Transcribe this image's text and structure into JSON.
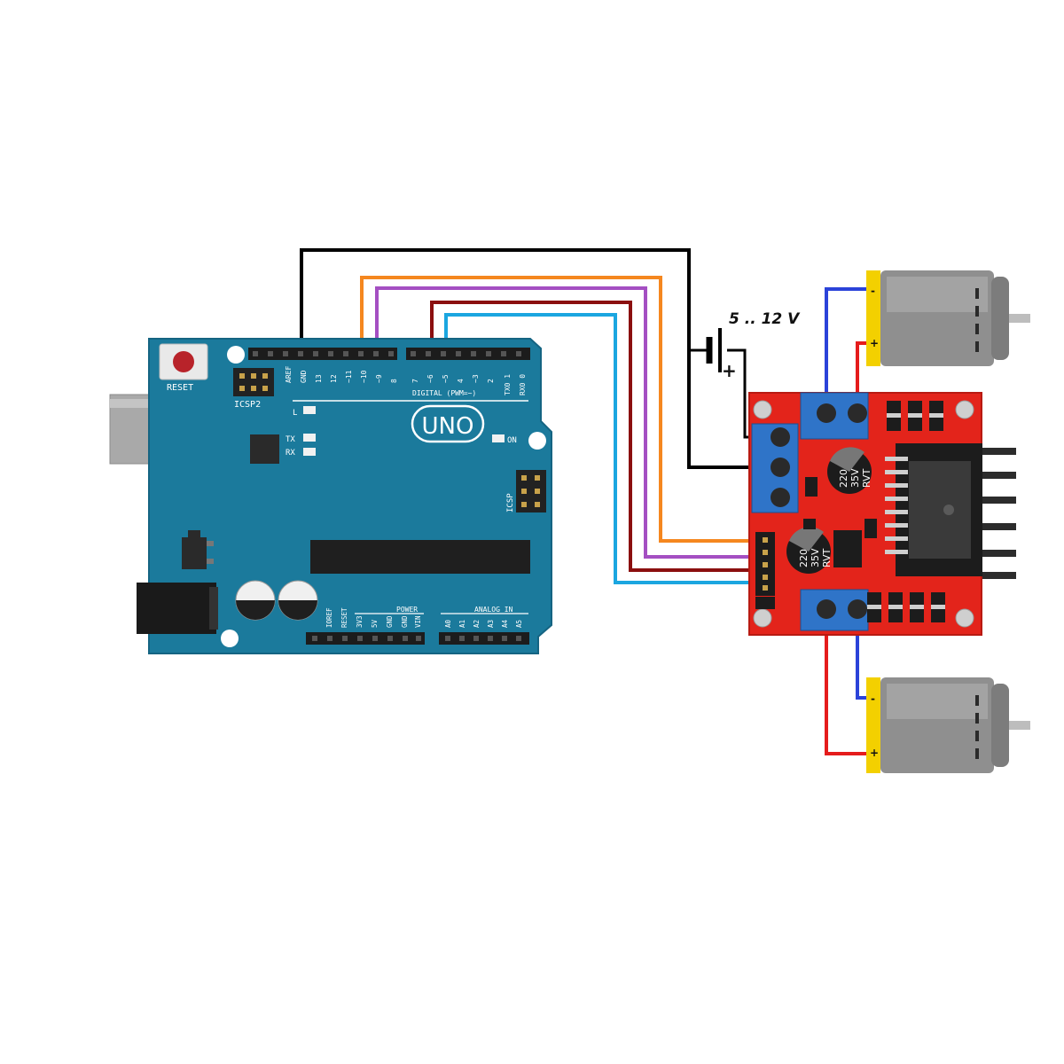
{
  "battery": {
    "voltage_label": "5 .. 12 V",
    "plus_sign": "+"
  },
  "arduino": {
    "logo": "UNO",
    "reset_label": "RESET",
    "icsp2_label": "ICSP2",
    "icsp_label": "ICSP",
    "led_l": "L",
    "led_tx": "TX",
    "led_rx": "RX",
    "led_on": "ON",
    "digital_label": "DIGITAL (PWM=~)",
    "power_label": "POWER",
    "analog_label": "ANALOG IN",
    "top_pins": [
      "AREF",
      "GND",
      "13",
      "12",
      "~11",
      "~10",
      "~9",
      "8",
      "7",
      "~6",
      "~5",
      "4",
      "~3",
      "2",
      "TX0 1",
      "RX0 0"
    ],
    "power_pins": [
      "IOREF",
      "RESET",
      "3V3",
      "5V",
      "GND",
      "GND",
      "VIN"
    ],
    "analog_pins": [
      "A0",
      "A1",
      "A2",
      "A3",
      "A4",
      "A5"
    ]
  },
  "driver": {
    "capacitor_1": {
      "line1": "220",
      "line2": "35V",
      "line3": "RVT"
    },
    "capacitor_2": {
      "line1": "220",
      "line2": "35V",
      "line3": "RVT"
    }
  },
  "colors": {
    "board_blue": "#1b7a9c",
    "driver_red": "#e3241b",
    "wire_black": "#000000",
    "wire_orange": "#f5871f",
    "wire_purple": "#a44fc2",
    "wire_darkred": "#8b0f0f",
    "wire_cyan": "#1ba6e0",
    "wire_blue": "#2b43d9",
    "wire_red": "#e51c1c",
    "motor_tab_yellow": "#f3d000"
  }
}
